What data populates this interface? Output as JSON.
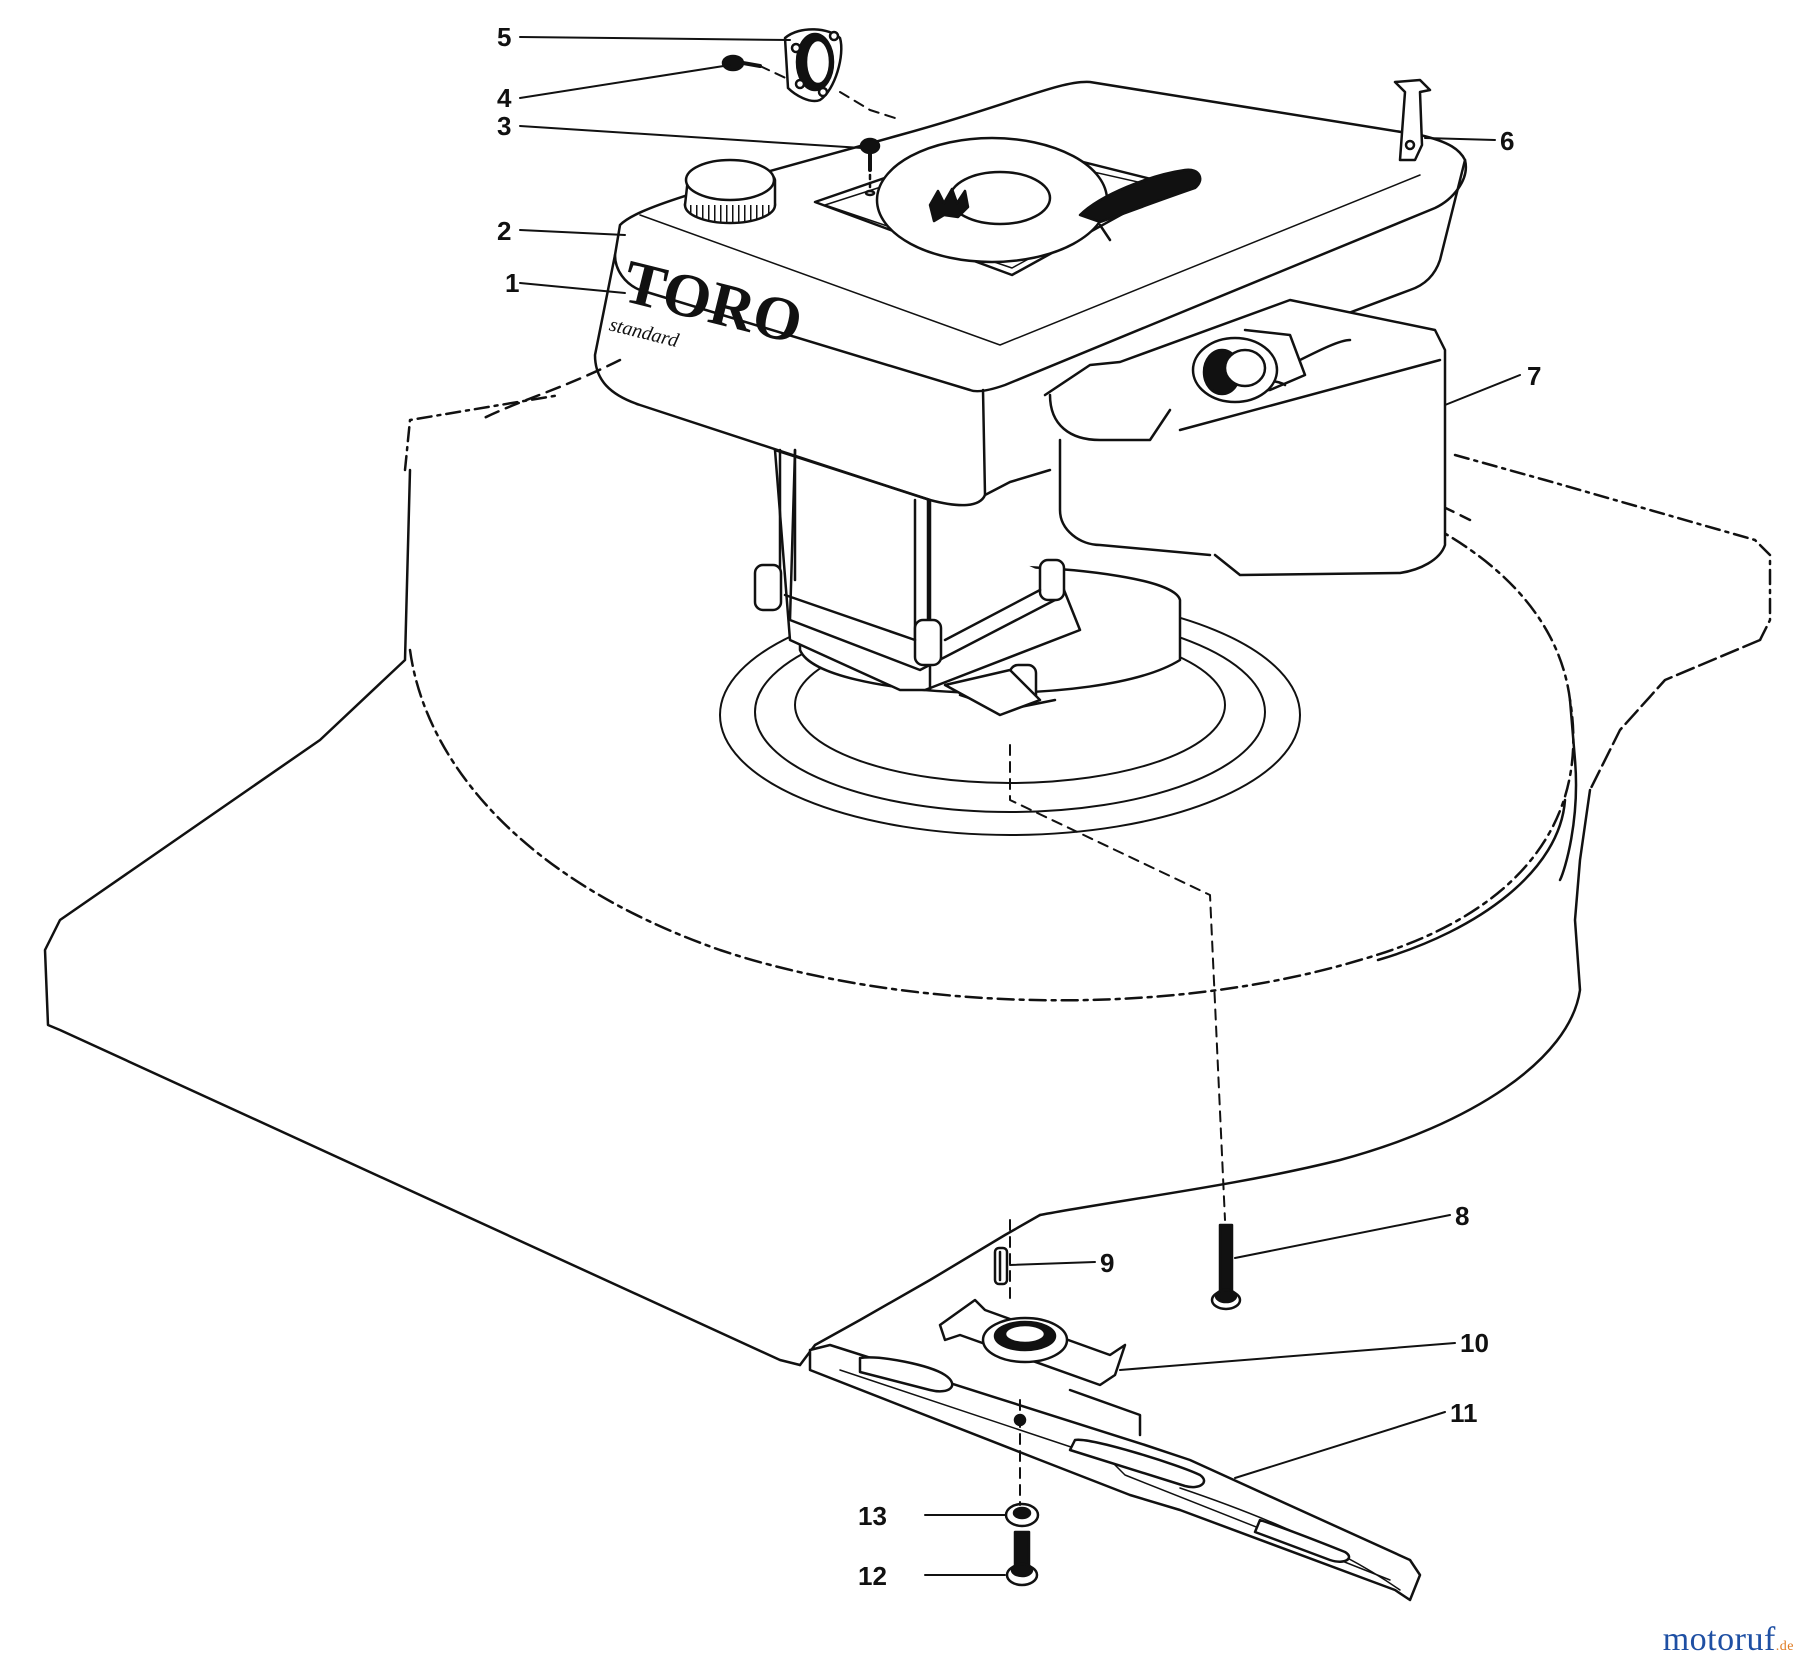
{
  "callouts": [
    "1",
    "2",
    "3",
    "4",
    "5",
    "6",
    "7",
    "8",
    "9",
    "10",
    "11",
    "12",
    "13"
  ],
  "brand": {
    "name": "TORO",
    "sub": "standard"
  },
  "watermark": {
    "main": "motoruf",
    "tld": ".de"
  },
  "colors": {
    "line": "#111111",
    "watermark_main": "#1e4fa3",
    "watermark_tld": "#e07a1f"
  }
}
